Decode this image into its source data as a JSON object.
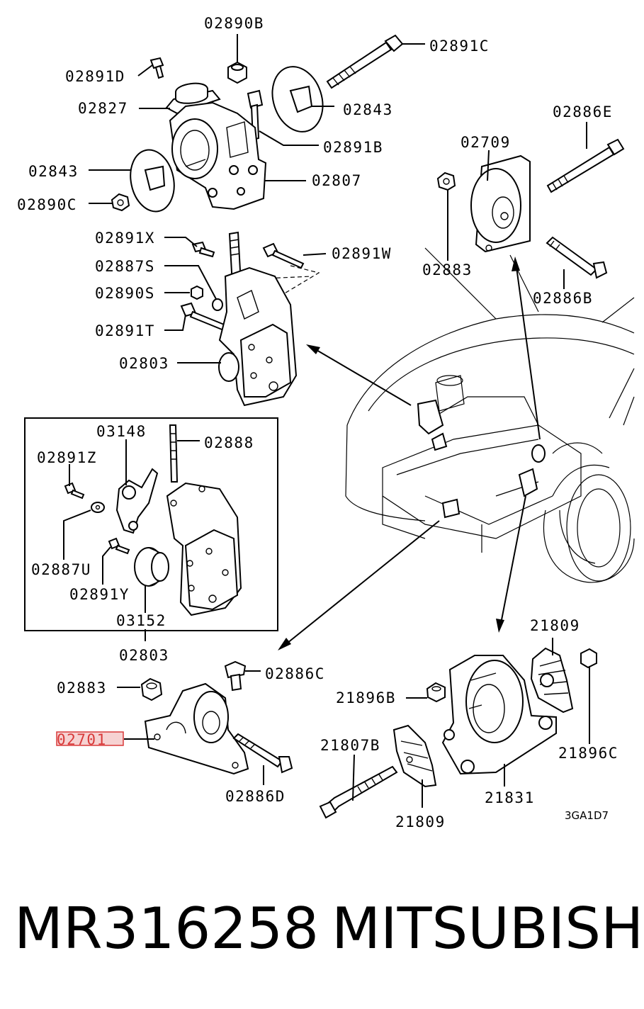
{
  "labels": {
    "top_mount": {
      "n02890B": "02890B",
      "n02891C": "02891C",
      "n02891D": "02891D",
      "n02827": "02827",
      "n02843a": "02843",
      "n02891B": "02891B",
      "n02843b": "02843",
      "n02807": "02807",
      "n02890C": "02890C"
    },
    "right_mount": {
      "n02709": "02709",
      "n02886E": "02886E",
      "n02883": "02883",
      "n02886B": "02886B"
    },
    "bracket": {
      "n02891X": "02891X",
      "n02891W": "02891W",
      "n02887S": "02887S",
      "n02890S": "02890S",
      "n02891T": "02891T",
      "n02803": "02803"
    },
    "inset": {
      "n03148": "03148",
      "n02888": "02888",
      "n02891Z": "02891Z",
      "n02887U": "02887U",
      "n02891Y": "02891Y",
      "n03152": "03152",
      "n02803": "02803"
    },
    "lower_left": {
      "n02886C": "02886C",
      "n02883": "02883",
      "n02701": "02701",
      "n02886D": "02886D"
    },
    "lower_right": {
      "n21809a": "21809",
      "n21896B": "21896B",
      "n21807B": "21807B",
      "n21896C": "21896C",
      "n21831": "21831",
      "n21809b": "21809"
    }
  },
  "diagram_code": "3GA1D7",
  "footer": {
    "part_number": "MR316258",
    "brand": "MITSUBISHI"
  },
  "colors": {
    "highlight": "#d83a3a",
    "highlight_fill": "#f6d2d2"
  }
}
